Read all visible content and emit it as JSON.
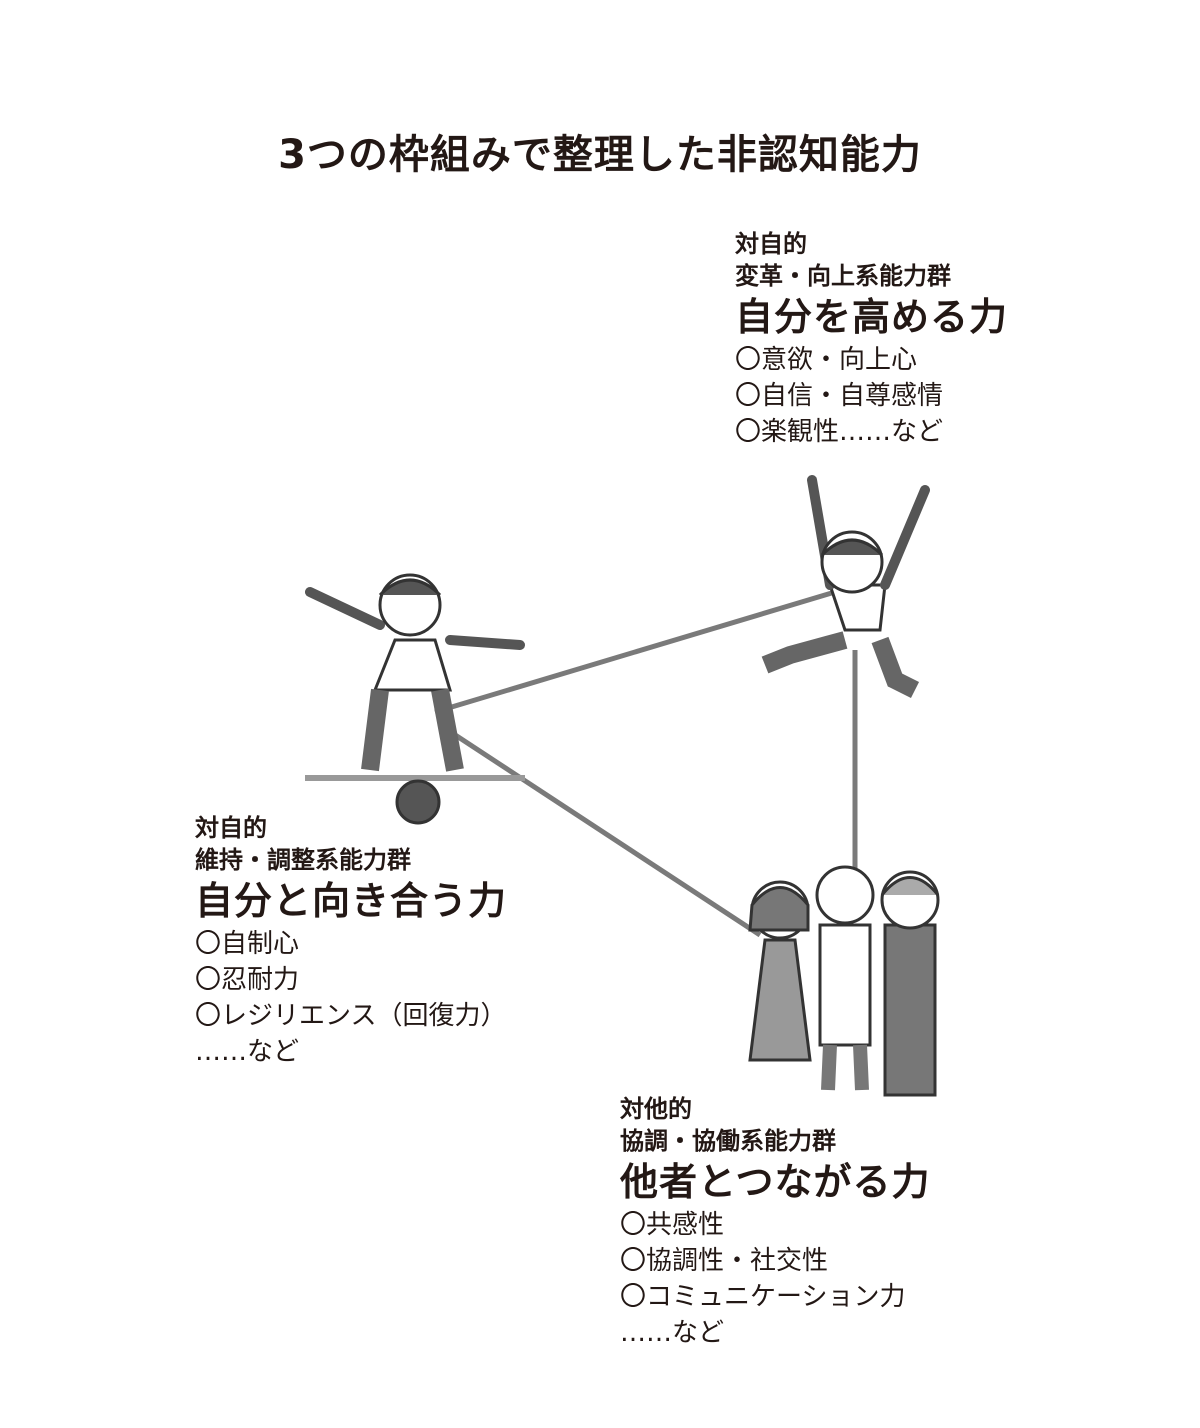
{
  "title": "3つの枠組みで整理した非認知能力",
  "groups": [
    {
      "category": "対自的",
      "subcategory": "変革・向上系能力群",
      "heading": "自分を高める力",
      "items": [
        "〇意欲・向上心",
        "〇自信・自尊感情",
        "〇楽観性……など"
      ]
    },
    {
      "category": "対自的",
      "subcategory": "維持・調整系能力群",
      "heading": "自分と向き合う力",
      "items": [
        "〇自制心",
        "〇忍耐力",
        "〇レジリエンス（回復力）",
        "……など"
      ]
    },
    {
      "category": "対他的",
      "subcategory": "協調・協働系能力群",
      "heading": "他者とつながる力",
      "items": [
        "〇共感性",
        "〇協調性・社交性",
        "〇コミュニケーション力",
        "……など"
      ]
    }
  ]
}
